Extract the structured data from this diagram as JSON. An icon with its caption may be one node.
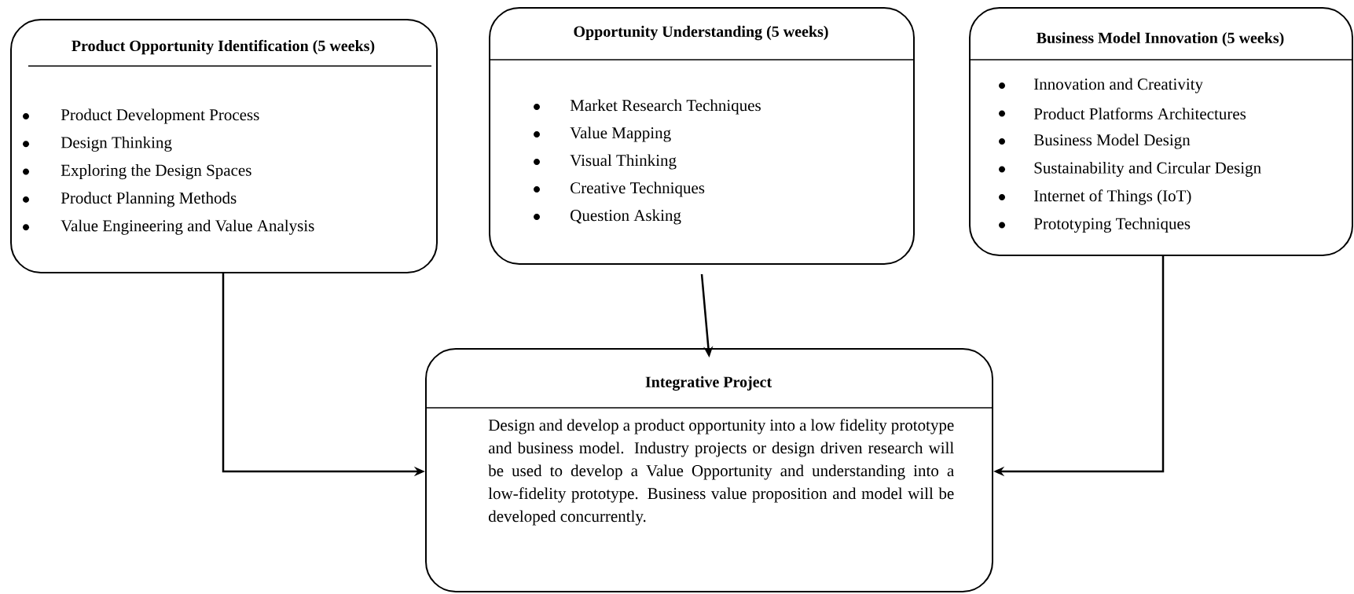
{
  "diagram": {
    "nodes": [
      {
        "text": [
          "Product Opportunity Identification (5 weeks)",
          "Product Development Process",
          "Design Thinking",
          "Exploring the Design Spaces",
          "Product Planning Methods",
          "Value Engineering and Value Analysis"
        ]
      },
      {
        "text": [
          "Opportunity Understanding (5 weeks)",
          "Market Research Techniques",
          "Value Mapping",
          "Visual Thinking",
          "Creative Techniques",
          "Question Asking"
        ]
      },
      {
        "text": [
          "Business Model Innovation (5 weeks)",
          "Innovation and Creativity",
          "Product Platforms Architectures",
          "Business Model Design",
          "Sustainability and Circular Design",
          "Internet of Things (IoT)",
          "Prototyping Techniques"
        ]
      },
      {
        "text": [
          "Integrative Project",
          "Design and develop a product opportunity into a low fidelity prototype and business model. Industry projects or design driven research will be used to develop a Value Opportunity and understanding into a low-fidelity prototype. Business value proposition and model will be developed concurrently."
        ]
      }
    ],
    "edges": [
      {
        "from": 0,
        "to": 3,
        "arrow": "to"
      },
      {
        "from": 1,
        "to": 3,
        "arrow": "to"
      },
      {
        "from": 2,
        "to": 3,
        "arrow": "to"
      }
    ]
  }
}
